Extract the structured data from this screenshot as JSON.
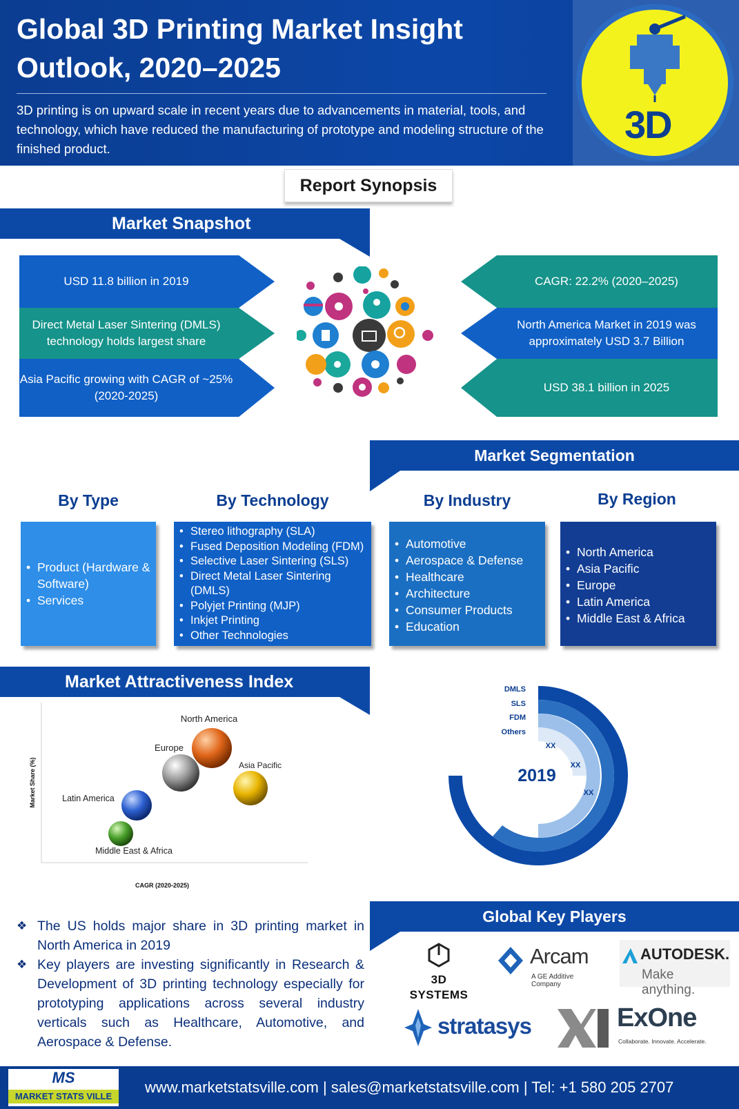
{
  "header": {
    "title": "Global 3D Printing Market Insight Outlook, 2020–2025",
    "description": "3D printing is on upward scale in recent years due to advancements in material, tools, and technology, which have reduced the manufacturing of prototype and modeling structure of the finished product.",
    "logo_text": "3D",
    "colors": {
      "primary": "#0c49a7",
      "logo_yellow": "#f4f21c"
    }
  },
  "synopsis": {
    "label": "Report Synopsis"
  },
  "snapshot": {
    "title": "Market Snapshot",
    "left": [
      "USD 11.8 billion in 2019",
      "Direct Metal Laser Sintering (DMLS) technology holds largest share",
      "Asia Pacific growing with CAGR of ~25% (2020-2025)"
    ],
    "right": [
      "CAGR: 22.2% (2020–2025)",
      "North America Market in 2019 was approximately USD 3.7 Billion",
      "USD 38.1 billion in 2025"
    ]
  },
  "segmentation": {
    "title": "Market Segmentation",
    "by_type": {
      "title": "By Type",
      "items": [
        "Product (Hardware & Software)",
        "Services"
      ]
    },
    "by_technology": {
      "title": "By  Technology",
      "items": [
        "Stereo lithography (SLA)",
        "Fused Deposition Modeling (FDM)",
        "Selective Laser Sintering (SLS)",
        "Direct Metal Laser Sintering (DMLS)",
        "Polyjet Printing (MJP)",
        "Inkjet Printing",
        "Other Technologies"
      ]
    },
    "by_industry": {
      "title": "By Industry",
      "items": [
        "Automotive",
        "Aerospace & Defense",
        "Healthcare",
        "Architecture",
        "Consumer Products",
        "Education"
      ]
    },
    "by_region": {
      "title": "By Region",
      "items": [
        "North America",
        "Asia Pacific",
        "Europe",
        "Latin America",
        "Middle East & Africa"
      ]
    }
  },
  "attractiveness": {
    "title": "Market Attractiveness Index",
    "ylabel": "Market Share (%)",
    "xlabel": "CAGR (2020-2025)",
    "bubbles": [
      {
        "label": "North America",
        "color": "#e0661a"
      },
      {
        "label": "Europe",
        "color": "#9a9a9a"
      },
      {
        "label": "Asia Pacific",
        "color": "#e8b400"
      },
      {
        "label": "Latin America",
        "color": "#2c5fd0"
      },
      {
        "label": "Middle East & Africa",
        "color": "#4aa02c"
      }
    ]
  },
  "donut": {
    "center_label": "2019",
    "rings": [
      {
        "name": "DMLS",
        "value_label": "XX",
        "color": "#0c49a7"
      },
      {
        "name": "SLS",
        "value_label": "XX",
        "color": "#2b6fc0"
      },
      {
        "name": "FDM",
        "value_label": "XX",
        "color": "#9cc0ea"
      },
      {
        "name": "Others",
        "value_label": "",
        "color": "#dde9f7"
      }
    ]
  },
  "bullets": [
    "The US holds major share in 3D printing market in North America in 2019",
    "Key players are investing significantly in Research & Development of 3D printing technology especially for prototyping applications across several industry verticals such as  Healthcare, Automotive, and Aerospace & Defense."
  ],
  "key_players": {
    "title": "Global Key Players",
    "logos": {
      "systems": "3D SYSTEMS",
      "arcam": "Arcam",
      "arcam_sub": "A GE Additive Company",
      "autodesk": "AUTODESK.",
      "autodesk_sub": "Make anything.",
      "stratasys": "stratasys",
      "exone": "ExOne",
      "exone_sub": "Collaborate. Innovate. Accelerate."
    }
  },
  "footer": {
    "logo_ms": "MS",
    "logo_name": "MARKET STATS VILLE",
    "contact": "www.marketstatsville.com  |  sales@marketstatsville.com  |  Tel: +1 580 205 2707"
  }
}
